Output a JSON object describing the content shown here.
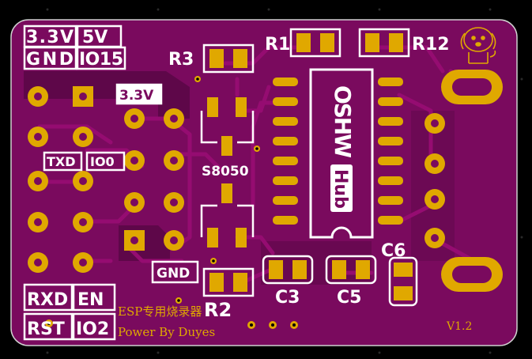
{
  "labels": {
    "pwr_3v3": "3.3V",
    "pwr_5v": "5V",
    "gnd_top": "GND",
    "io15": "IO15",
    "pwr_3v3_mid": "3.3V",
    "txd": "TXD",
    "io0": "IO0",
    "rxd": "RXD",
    "en": "EN",
    "rst": "RST",
    "io2": "IO2",
    "gnd_bottom": "GND",
    "r1": "R1",
    "r12": "R12",
    "r3": "R3",
    "r2": "R2",
    "transistor": "S8050",
    "c3": "C3",
    "c5": "C5",
    "c6": "C6",
    "logo_oshw": "OSHW",
    "logo_hub": "Hub",
    "title": "ESP专用烧录器",
    "author": "Power By Duyes",
    "version": "V1.2"
  },
  "colors": {
    "background": "#000000",
    "board": "#7a0a5e",
    "board_dark": "#5a0546",
    "pad": "#e0a800",
    "silk": "#ffffff"
  },
  "icons": {
    "mascot": "dog-icon"
  }
}
